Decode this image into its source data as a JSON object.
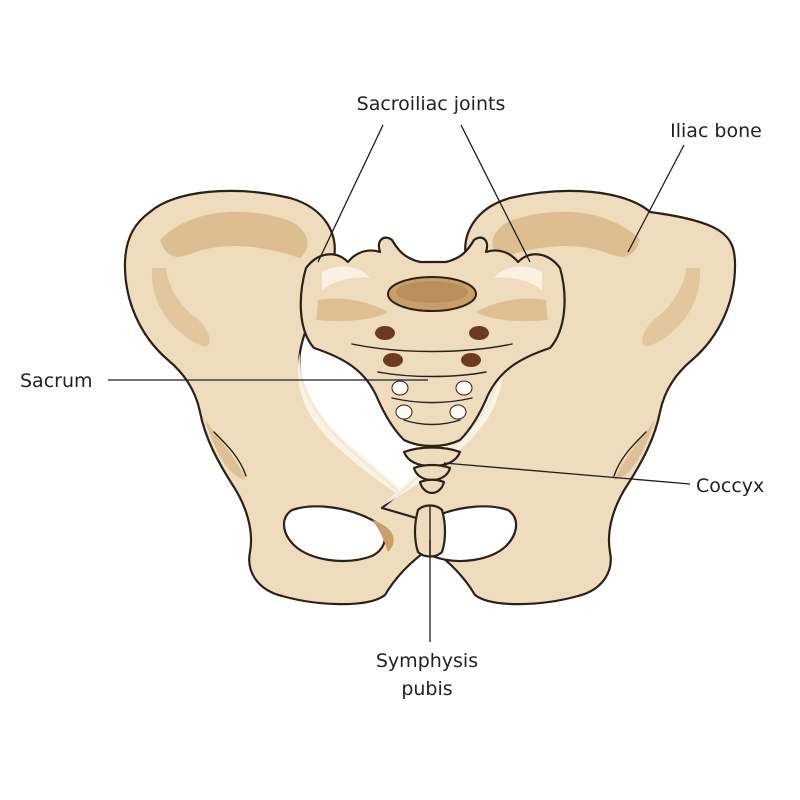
{
  "colors": {
    "background": "#ffffff",
    "bone_fill": "#efdcbc",
    "bone_shade": "#d9b98a",
    "bone_dark": "#c99f69",
    "bone_highlight": "#fbf3e3",
    "foramen_dark": "#6b3a20",
    "foramen_light": "#fdfaf2",
    "outline": "#2a2118",
    "text": "#222222"
  },
  "labels": {
    "sacroiliac": "Sacroiliac joints",
    "iliac": "Iliac bone",
    "sacrum": "Sacrum",
    "coccyx": "Coccyx",
    "symphysis_line1": "Symphysis",
    "symphysis_line2": "pubis"
  }
}
